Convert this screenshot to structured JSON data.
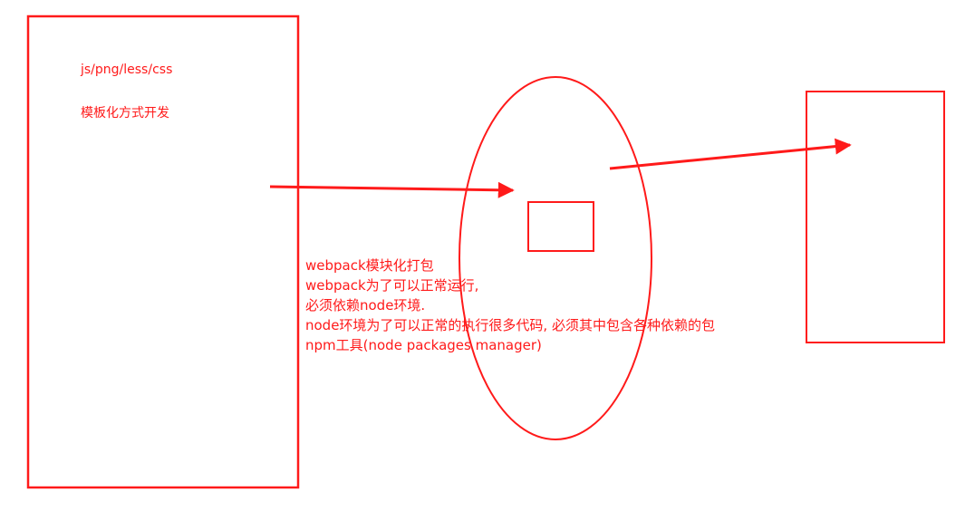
{
  "colors": {
    "stroke": "#ff1a1a",
    "text": "#ff1a1a",
    "background": "#ffffff"
  },
  "source_box": {
    "line1": "js/png/less/css",
    "line2": "模板化方式开发"
  },
  "notes": [
    "webpack模块化打包",
    "webpack为了可以正常运行,",
    "必须依赖node环境.",
    "node环境为了可以正常的执行很多代码, 必须其中包含各种依赖的包",
    "npm工具(node packages manager)"
  ]
}
